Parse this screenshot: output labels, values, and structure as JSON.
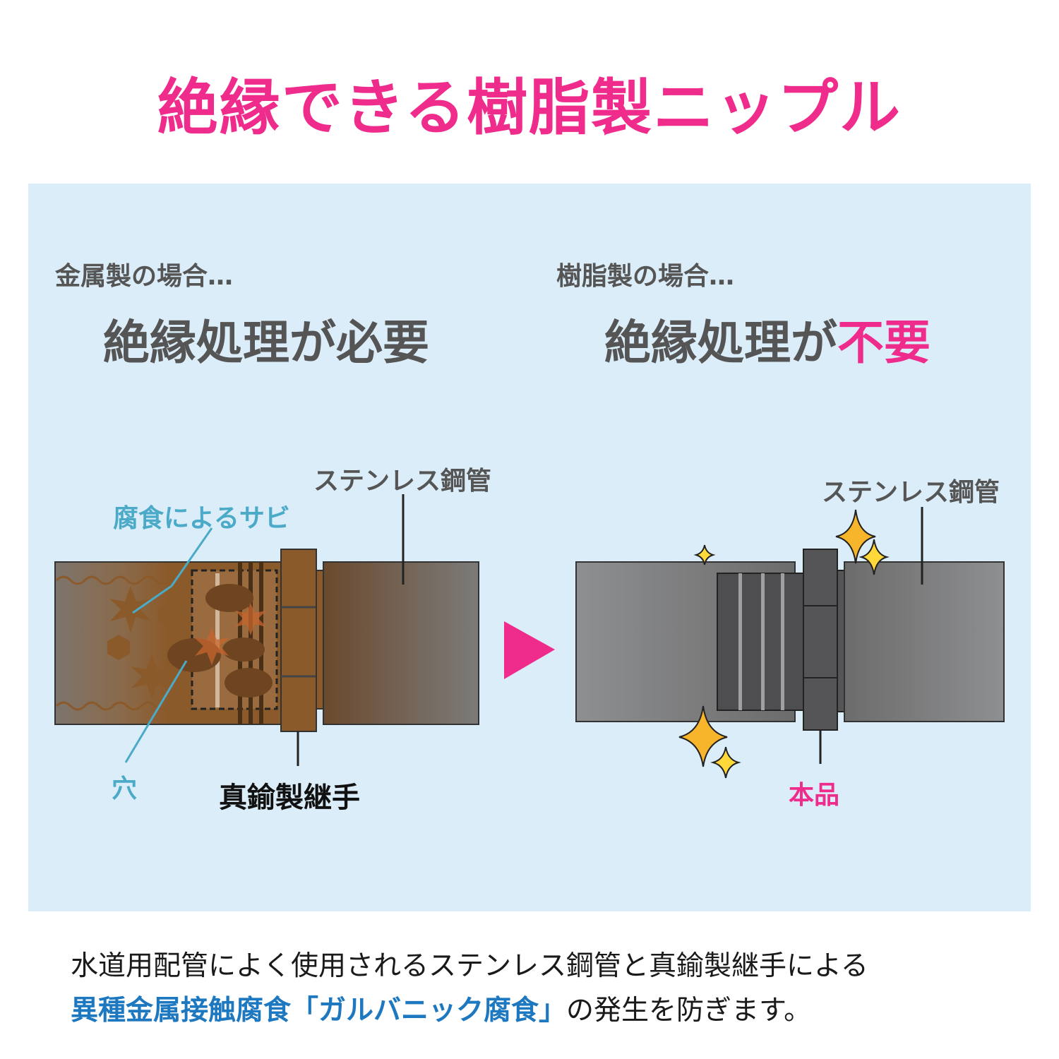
{
  "title": "絶縁できる樹脂製ニップル",
  "left": {
    "subtitle": "金属製の場合…",
    "heading": "絶縁処理が必要",
    "labels": {
      "pipe": "ステンレス鋼管",
      "rust": "腐食によるサビ",
      "hole": "穴",
      "joint": "真鍮製継手"
    }
  },
  "right": {
    "subtitle": "樹脂製の場合…",
    "heading_main": "絶縁処理が",
    "heading_emphasis": "不要",
    "labels": {
      "pipe": "ステンレス鋼管",
      "product": "本品"
    }
  },
  "footer": {
    "line1": "水道用配管によく使用されるステンレス鋼管と真鍮製継手による",
    "line2_emphasis": "異種金属接触腐食「ガルバニック腐食」",
    "line2_rest": "の発生を防ぎます。"
  },
  "colors": {
    "accent_pink": "#ef2b8c",
    "label_blue": "#4aaac8",
    "footer_blue": "#1e78c0",
    "panel_bg": "#dbedf8",
    "brass": "#8b5a2b",
    "steel": "#7a7a7a",
    "sparkle": "#f7b52c"
  },
  "icons": [
    "arrow-right-icon",
    "sparkle-icon",
    "rust-star-icon",
    "rust-hexagon-icon"
  ]
}
